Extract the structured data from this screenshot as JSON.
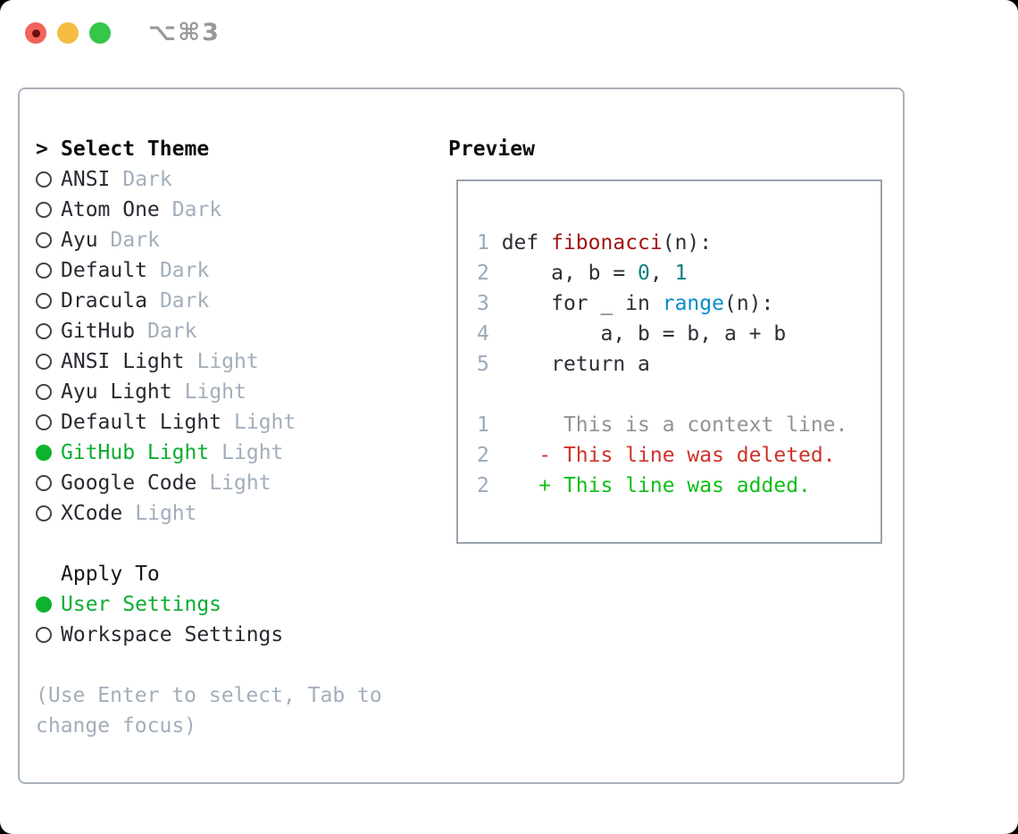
{
  "window": {
    "title": "⌥⌘3",
    "traffic_lights": [
      {
        "name": "close",
        "color": "#f2635a",
        "edited_dot": true
      },
      {
        "name": "minimize",
        "color": "#f5bc42",
        "edited_dot": false
      },
      {
        "name": "zoom",
        "color": "#34c748",
        "edited_dot": false
      }
    ]
  },
  "left_panel": {
    "prompt": ">",
    "title": "Select Theme",
    "themes": [
      {
        "name": "ANSI",
        "variant": "Dark",
        "selected": false
      },
      {
        "name": "Atom One",
        "variant": "Dark",
        "selected": false
      },
      {
        "name": "Ayu",
        "variant": "Dark",
        "selected": false
      },
      {
        "name": "Default",
        "variant": "Dark",
        "selected": false
      },
      {
        "name": "Dracula",
        "variant": "Dark",
        "selected": false
      },
      {
        "name": "GitHub",
        "variant": "Dark",
        "selected": false
      },
      {
        "name": "ANSI Light",
        "variant": "Light",
        "selected": false
      },
      {
        "name": "Ayu Light",
        "variant": "Light",
        "selected": false
      },
      {
        "name": "Default Light",
        "variant": "Light",
        "selected": false
      },
      {
        "name": "GitHub Light",
        "variant": "Light",
        "selected": true
      },
      {
        "name": "Google Code",
        "variant": "Light",
        "selected": false
      },
      {
        "name": "XCode",
        "variant": "Light",
        "selected": false
      }
    ],
    "apply_to": {
      "title": "Apply To",
      "options": [
        {
          "label": "User Settings",
          "selected": true
        },
        {
          "label": "Workspace Settings",
          "selected": false
        }
      ]
    },
    "hint_lines": [
      "(Use Enter to select, Tab to",
      "change focus)"
    ]
  },
  "preview": {
    "title": "Preview",
    "lines": [
      {
        "segments": [
          {
            "t": "1",
            "c": "ln"
          },
          {
            "t": " def ",
            "c": "code"
          },
          {
            "t": "fibonacci",
            "c": "fn"
          },
          {
            "t": "(n):",
            "c": "code"
          }
        ]
      },
      {
        "segments": [
          {
            "t": "2",
            "c": "ln"
          },
          {
            "t": "     a, b = ",
            "c": "code"
          },
          {
            "t": "0",
            "c": "num"
          },
          {
            "t": ", ",
            "c": "code"
          },
          {
            "t": "1",
            "c": "num"
          }
        ]
      },
      {
        "segments": [
          {
            "t": "3",
            "c": "ln"
          },
          {
            "t": "     for _ in ",
            "c": "code"
          },
          {
            "t": "range",
            "c": "builtin"
          },
          {
            "t": "(n):",
            "c": "code"
          }
        ]
      },
      {
        "segments": [
          {
            "t": "4",
            "c": "ln"
          },
          {
            "t": "         a, b = b, a + b",
            "c": "code"
          }
        ]
      },
      {
        "segments": [
          {
            "t": "5",
            "c": "ln"
          },
          {
            "t": "     return a",
            "c": "code"
          }
        ]
      },
      {
        "segments": []
      },
      {
        "segments": [
          {
            "t": "1",
            "c": "ln"
          },
          {
            "t": "      This is a context line.",
            "c": "ctx"
          }
        ]
      },
      {
        "segments": [
          {
            "t": "2",
            "c": "ln"
          },
          {
            "t": "    - This line was deleted.",
            "c": "del"
          }
        ]
      },
      {
        "segments": [
          {
            "t": "2",
            "c": "ln"
          },
          {
            "t": "    + This line was added.",
            "c": "add"
          }
        ]
      }
    ]
  },
  "colors": {
    "selected_green": "#0cad31",
    "muted_gray": "#a2aebc",
    "panel_border": "#aab2bb",
    "preview_border": "#9aa3ae",
    "code_function_red": "#a21414",
    "code_number_teal": "#0b8080",
    "code_builtin_blue": "#0a8cc9",
    "diff_deleted_red": "#cf3227",
    "diff_added_green": "#0fbf16",
    "diff_context_gray": "#8f9398",
    "titlebar_text_gray": "#97999d"
  }
}
